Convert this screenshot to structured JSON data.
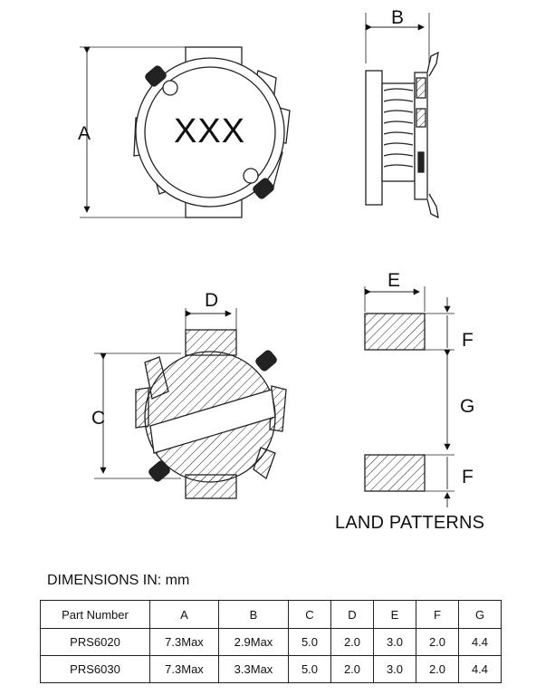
{
  "drawing": {
    "marking_text": "XXX",
    "labels": {
      "A": "A",
      "B": "B",
      "C": "C",
      "D": "D",
      "E": "E",
      "F_top": "F",
      "F_bottom": "F",
      "G": "G"
    },
    "land_patterns_title": "LAND PATTERNS"
  },
  "dimensions": {
    "title": "DIMENSIONS IN: mm",
    "columns": [
      "Part Number",
      "A",
      "B",
      "C",
      "D",
      "E",
      "F",
      "G"
    ],
    "rows": [
      [
        "PRS6020",
        "7.3Max",
        "2.9Max",
        "5.0",
        "2.0",
        "3.0",
        "2.0",
        "4.4"
      ],
      [
        "PRS6030",
        "7.3Max",
        "3.3Max",
        "5.0",
        "2.0",
        "3.0",
        "2.0",
        "4.4"
      ]
    ]
  }
}
